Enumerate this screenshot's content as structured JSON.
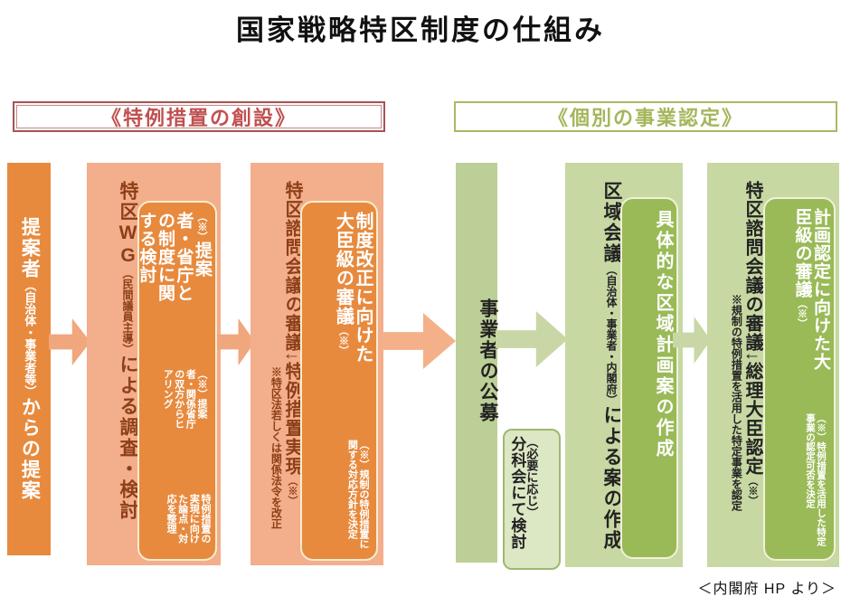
{
  "title": "国家戦略特区制度の仕組み",
  "source_credit": "＜内閣府 HP より＞",
  "section_left": {
    "header": "《特例措置の創設》"
  },
  "section_right": {
    "header": "《個別の事業認定》"
  },
  "col1": {
    "pre": "提案者",
    "paren": "（自治体・事業者等）",
    "post": "からの提案"
  },
  "col2": {
    "title_pre": "特区",
    "title_wg": "WG",
    "title_paren": "（民間議員主導）",
    "title_post": "による調査・検討",
    "inner": {
      "marker": "（※）",
      "main": "提案者・省庁との制度に関する検討",
      "note1": "（※）提案者・関係省庁の双方からヒアリング",
      "note2": "特例措置の実現に向けた論点・対応を整理"
    }
  },
  "col3": {
    "title": "特区諮問会議の審議↓特例措置実現",
    "title_marker": "（※）",
    "note": "※特区法若しくは関係法令を改正",
    "inner": {
      "main": "制度改正に向けた大臣級の審議",
      "marker": "（※）",
      "note": "（※）規制の特例措置に関する対応方針を決定"
    }
  },
  "col4": {
    "label": "事業者の公募"
  },
  "subcommittee": {
    "paren": "（必要に応じ）",
    "main": "分科会にて検討"
  },
  "col5": {
    "title_pre": "区域会議",
    "title_paren": "（自治体・事業者・内閣府）",
    "title_post": "による案の作成",
    "inner": {
      "main": "具体的な区域計画案の作成"
    }
  },
  "col6": {
    "title": "特区諮問会議の審議↓総理大臣認定",
    "title_marker": "（※）",
    "note": "※規制の特例措置を活用した特定事業を認定",
    "inner": {
      "main": "計画認定に向けた大臣級の審議",
      "marker": "（※）",
      "note": "（※）特例措置を活用した特定事業の認定可否を決定"
    }
  },
  "colors": {
    "orange_solid": "#e78a3e",
    "salmon_bg": "#f3ae8b",
    "salmon_arrow": "#f0a77d",
    "green_bar": "#bccf97",
    "green_bg": "#c7d8a3",
    "green_inner": "#99ba57",
    "green_arrow": "#c8d7a5",
    "header_left_red": "#c05050",
    "header_right_green": "#a3b75a",
    "dark_red_text": "#8d3f18"
  }
}
